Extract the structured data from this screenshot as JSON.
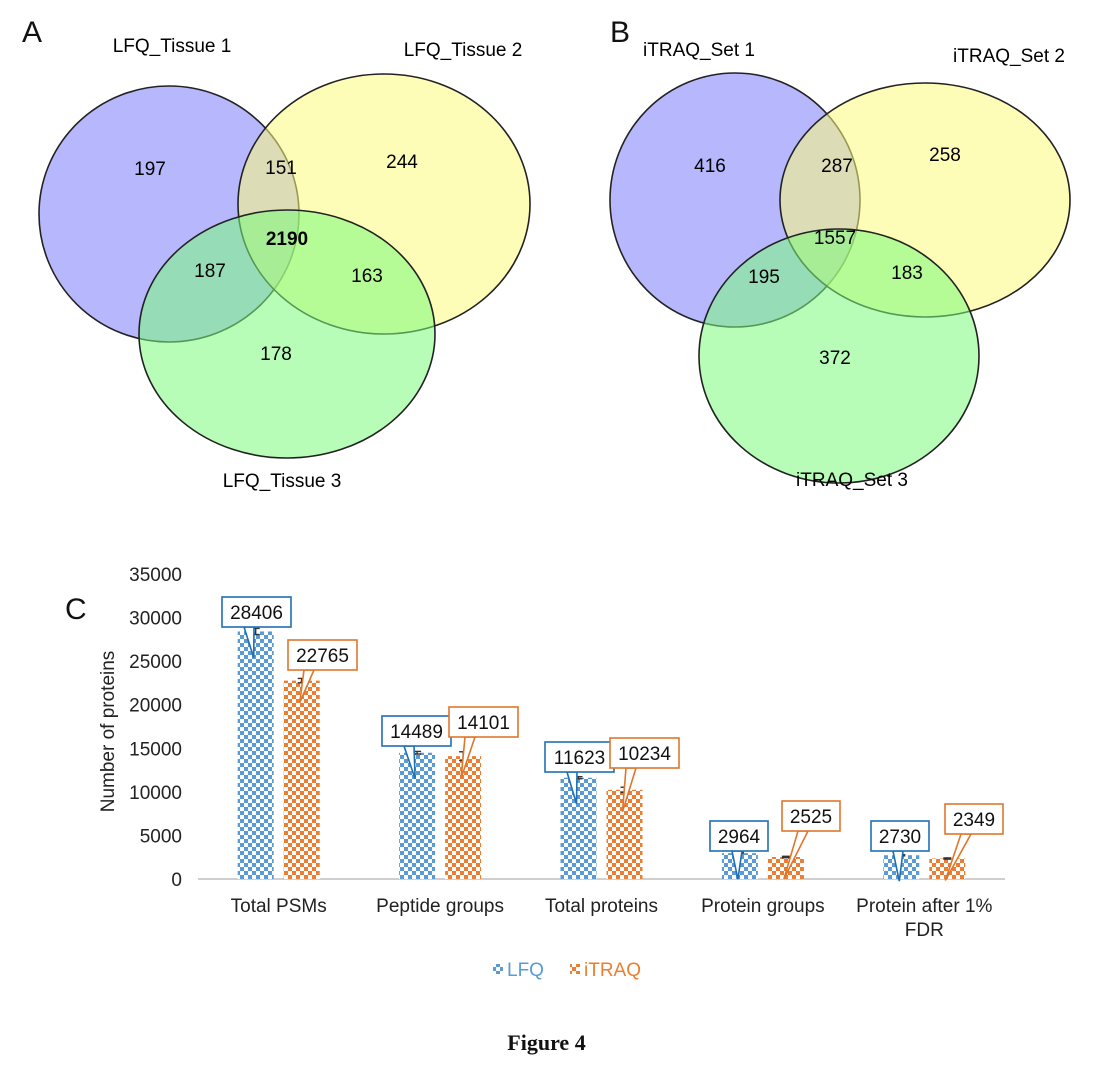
{
  "figure_caption": "Figure 4",
  "chart_data": [
    {
      "type": "venn",
      "panel": "A",
      "sets": [
        "LFQ_Tissue 1",
        "LFQ_Tissue 2",
        "LFQ_Tissue 3"
      ],
      "regions": {
        "only_1": 197,
        "only_2": 244,
        "only_3": 178,
        "1_and_2": 151,
        "1_and_3": 187,
        "2_and_3": 163,
        "all_three": 2190
      },
      "colors": [
        "#7b7bfb",
        "#fbfb7b",
        "#7bfb7b"
      ]
    },
    {
      "type": "venn",
      "panel": "B",
      "sets": [
        "iTRAQ_Set 1",
        "iTRAQ_Set 2",
        "iTRAQ_Set 3"
      ],
      "regions": {
        "only_1": 416,
        "only_2": 258,
        "only_3": 372,
        "1_and_2": 287,
        "1_and_3": 195,
        "2_and_3": 183,
        "all_three": 1557
      },
      "colors": [
        "#7b7bfb",
        "#fbfb7b",
        "#7bfb7b"
      ]
    },
    {
      "type": "bar",
      "panel": "C",
      "categories": [
        "Total PSMs",
        "Peptide groups",
        "Total proteins",
        "Protein groups",
        "Protein after 1% FDR"
      ],
      "series": [
        {
          "name": "LFQ",
          "values": [
            28406,
            14489,
            11623,
            2964,
            2730
          ],
          "color": "#5b9bd5"
        },
        {
          "name": "iTRAQ",
          "values": [
            22765,
            14101,
            10234,
            2525,
            2349
          ],
          "color": "#ed7d31"
        }
      ],
      "ylabel": "Number of proteins",
      "ylim": [
        0,
        35000
      ],
      "yticks": [
        0,
        5000,
        10000,
        15000,
        20000,
        25000,
        30000,
        35000
      ],
      "legend_position": "bottom",
      "error_bars": true
    }
  ]
}
